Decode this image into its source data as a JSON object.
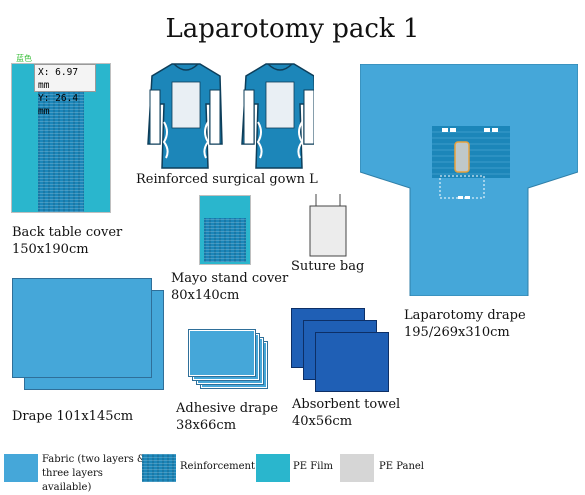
{
  "title": "Laparotomy pack 1",
  "cursor_readout": {
    "x": "X: 6.97 mm",
    "y": "Y: 26.4 mm",
    "badge": "蓝色"
  },
  "items": {
    "back_table_cover": {
      "name": "Back table cover",
      "size": "150x190cm"
    },
    "surgical_gown": {
      "name": "Reinforced surgical gown L"
    },
    "laparotomy_drape": {
      "name": "Laparotomy drape",
      "size": "195/269x310cm"
    },
    "mayo_stand_cover": {
      "name": "Mayo stand cover",
      "size": "80x140cm"
    },
    "suture_bag": {
      "name": "Suture bag"
    },
    "drape": {
      "name": "Drape 101x145cm"
    },
    "adhesive_drape": {
      "name": "Adhesive drape",
      "size": "38x66cm"
    },
    "absorbent_towel": {
      "name": "Absorbent towel",
      "size": "40x56cm"
    }
  },
  "legend": [
    {
      "label": "Fabric (two layers & three layers available)",
      "line1": "Fabric (two layers &",
      "line2": "three layers available)",
      "color": "#45a7d9"
    },
    {
      "label": "Reinforcement",
      "color": "#1c86b9"
    },
    {
      "label": "PE Film",
      "color": "#2ab6cd"
    },
    {
      "label": "PE Panel",
      "color": "#d6d6d6"
    }
  ]
}
